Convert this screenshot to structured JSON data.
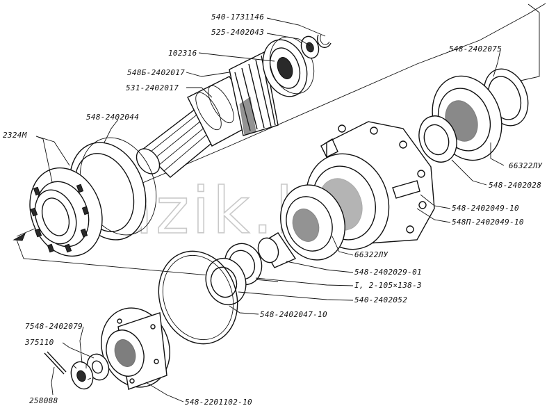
{
  "labels": {
    "l1": "540-1731146",
    "l2": "525-2402043",
    "l3": "102316",
    "l4": "548Б-2402017",
    "l5": "531-2402017",
    "l6": "548-2402044",
    "l7": "2324М",
    "l8": "548-2402075",
    "l9": "66322ЛУ",
    "l10": "548-2402028",
    "l11": "548-2402049-10",
    "l12": "548П-2402049-10",
    "l13": "66322ЛУ",
    "l14": "548-2402029-01",
    "l15": "I, 2-105×138-3",
    "l16": "540-2402052",
    "l17": "548-2402047-10",
    "l18": "7548-2402079",
    "l19": "375110",
    "l20": "258088",
    "l21": "548-2201102-10"
  },
  "watermark": "mazik.by"
}
